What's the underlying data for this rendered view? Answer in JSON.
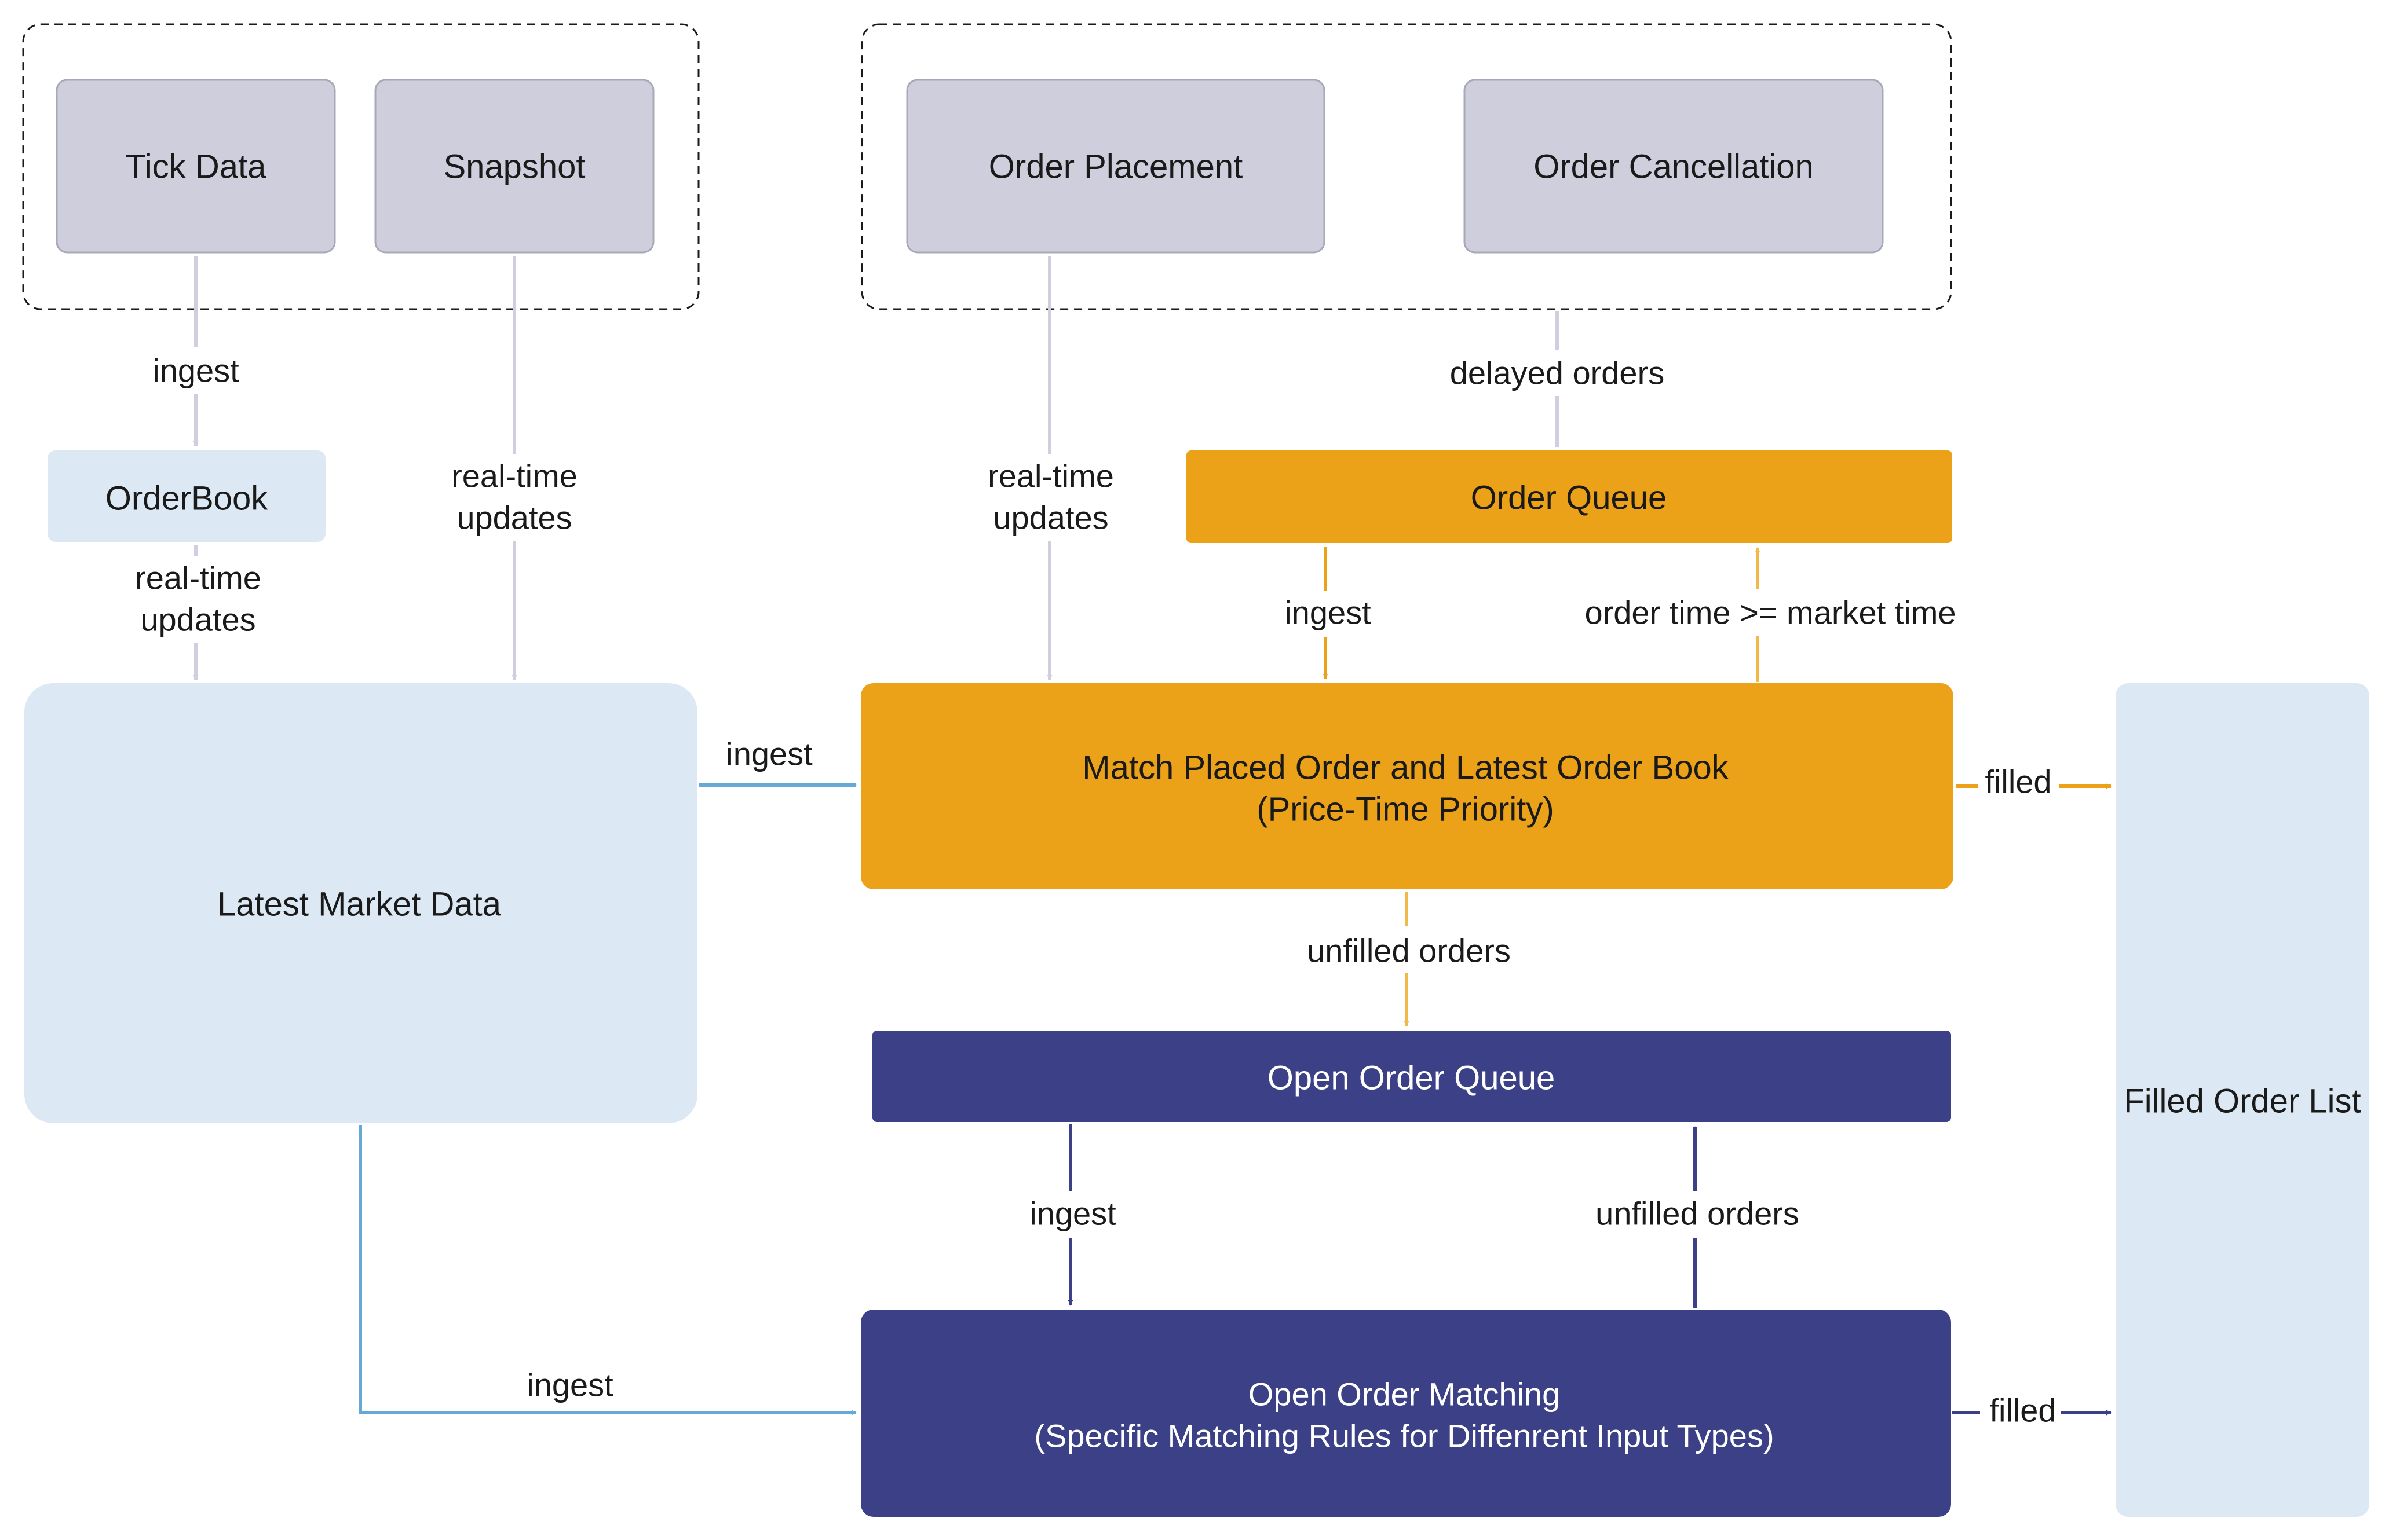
{
  "colors": {
    "source_fill": "#cfcedd",
    "source_stroke": "#a8a8b8",
    "light_fill": "#dce8f3",
    "orange": "#eba118",
    "orange_light": "#f2b84a",
    "navy": "#3b4087",
    "blue": "#66a8d6",
    "gray_arrow": "#cfcfdf",
    "text_dark": "#1a1a1a",
    "text_light": "#ffffff",
    "group_border": "#1a1a1a"
  },
  "nodes": {
    "tick_data": "Tick Data",
    "snapshot": "Snapshot",
    "order_placement": "Order Placement",
    "order_cancellation": "Order Cancellation",
    "orderbook": "OrderBook",
    "order_queue": "Order Queue",
    "latest_market_data": "Latest Market Data",
    "match_line1": "Match Placed Order and Latest Order Book",
    "match_line2": "(Price-Time Priority)",
    "open_order_queue": "Open Order Queue",
    "open_matching_line1": "Open Order Matching",
    "open_matching_line2": "(Specific Matching Rules for Diffenrent Input Types)",
    "filled_order_list": "Filled Order List"
  },
  "edge_labels": {
    "tick_ingest": "ingest",
    "orderbook_rt_1": "real-time",
    "orderbook_rt_2": "updates",
    "snapshot_rt_1": "real-time",
    "snapshot_rt_2": "updates",
    "placement_rt_1": "real-time",
    "placement_rt_2": "updates",
    "delayed_orders": "delayed orders",
    "queue_ingest": "ingest",
    "order_time": "order time >= market time",
    "market_ingest": "ingest",
    "filled_top": "filled",
    "unfilled_down": "unfilled orders",
    "open_ingest": "ingest",
    "unfilled_up": "unfilled orders",
    "market_ingest_bottom": "ingest",
    "filled_bottom": "filled"
  }
}
